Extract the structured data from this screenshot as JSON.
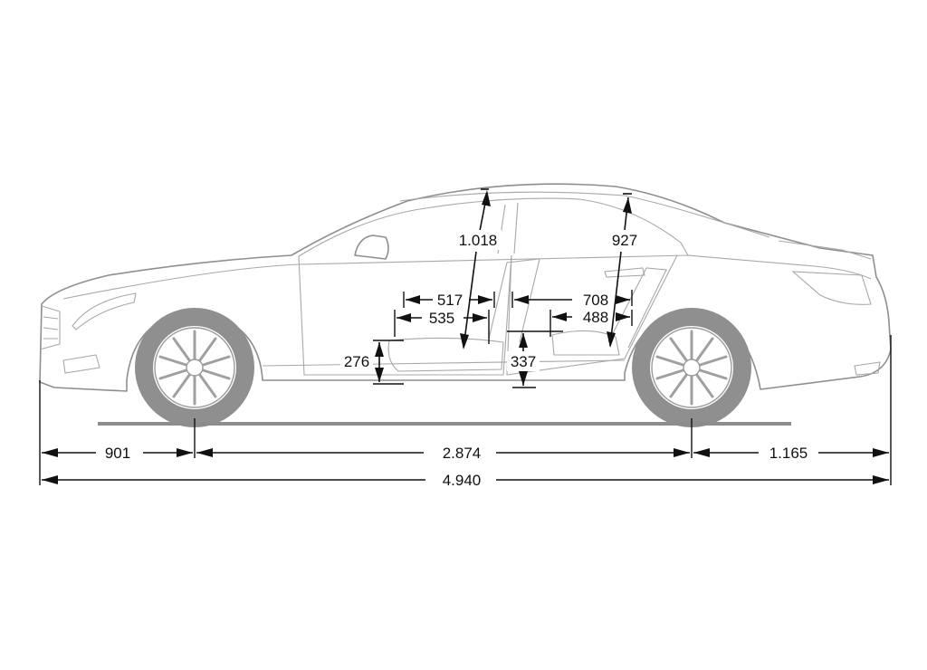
{
  "dimensions": {
    "front_overhang": "901",
    "wheelbase": "2.874",
    "rear_overhang": "1.165",
    "overall_length": "4.940",
    "front_headroom": "1.018",
    "rear_headroom": "927",
    "front_seat_depth_a": "517",
    "front_seat_depth_b": "535",
    "rear_legroom_a": "708",
    "rear_legroom_b": "488",
    "front_seat_height": "276",
    "rear_seat_height": "337"
  },
  "colors": {
    "vehicle_line": "#8e8e8e",
    "dimension_line": "#111111",
    "background": "#ffffff"
  }
}
